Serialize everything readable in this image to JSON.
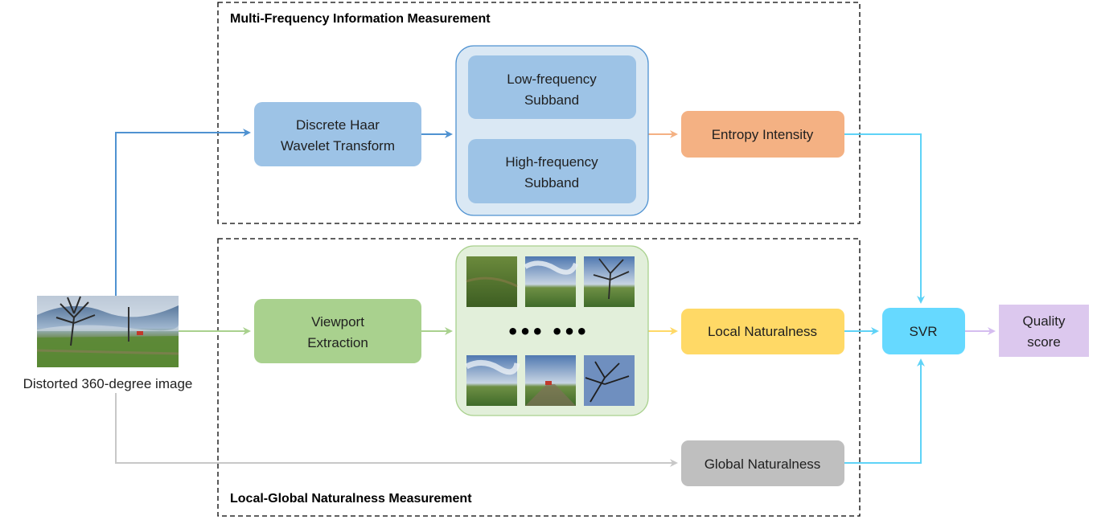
{
  "sections": {
    "top_title": "Multi-Frequency Information Measurement",
    "bottom_title": "Local-Global Naturalness Measurement"
  },
  "input": {
    "caption": "Distorted 360-degree image"
  },
  "nodes": {
    "dwt": [
      "Discrete Haar",
      "Wavelet Transform"
    ],
    "low_subband": [
      "Low-frequency",
      "Subband"
    ],
    "high_subband": [
      "High-frequency",
      "Subband"
    ],
    "entropy": "Entropy Intensity",
    "viewport": [
      "Viewport",
      "Extraction"
    ],
    "viewport_dots": [
      "•••",
      "•••"
    ],
    "local": "Local Naturalness",
    "global": "Global Naturalness",
    "svr": "SVR",
    "quality": [
      "Quality",
      "score"
    ]
  },
  "colors": {
    "blue_box": "#9dc3e6",
    "blue_arrow": "#4f92d1",
    "subband_container": "#dae8f4",
    "orange_box": "#f4b183",
    "orange_arrow": "#f4b183",
    "green_box": "#a9d18e",
    "green_arrow": "#a9d18e",
    "green_container": "#e2efda",
    "yellow_box": "#ffd966",
    "gray_box": "#bfbfbf",
    "gray_arrow": "#c8c8c8",
    "cyan_box": "#66d9ff",
    "cyan_arrow": "#5fd3f7",
    "purple_box": "#dcc8ee",
    "purple_arrow": "#d5bdf0"
  }
}
